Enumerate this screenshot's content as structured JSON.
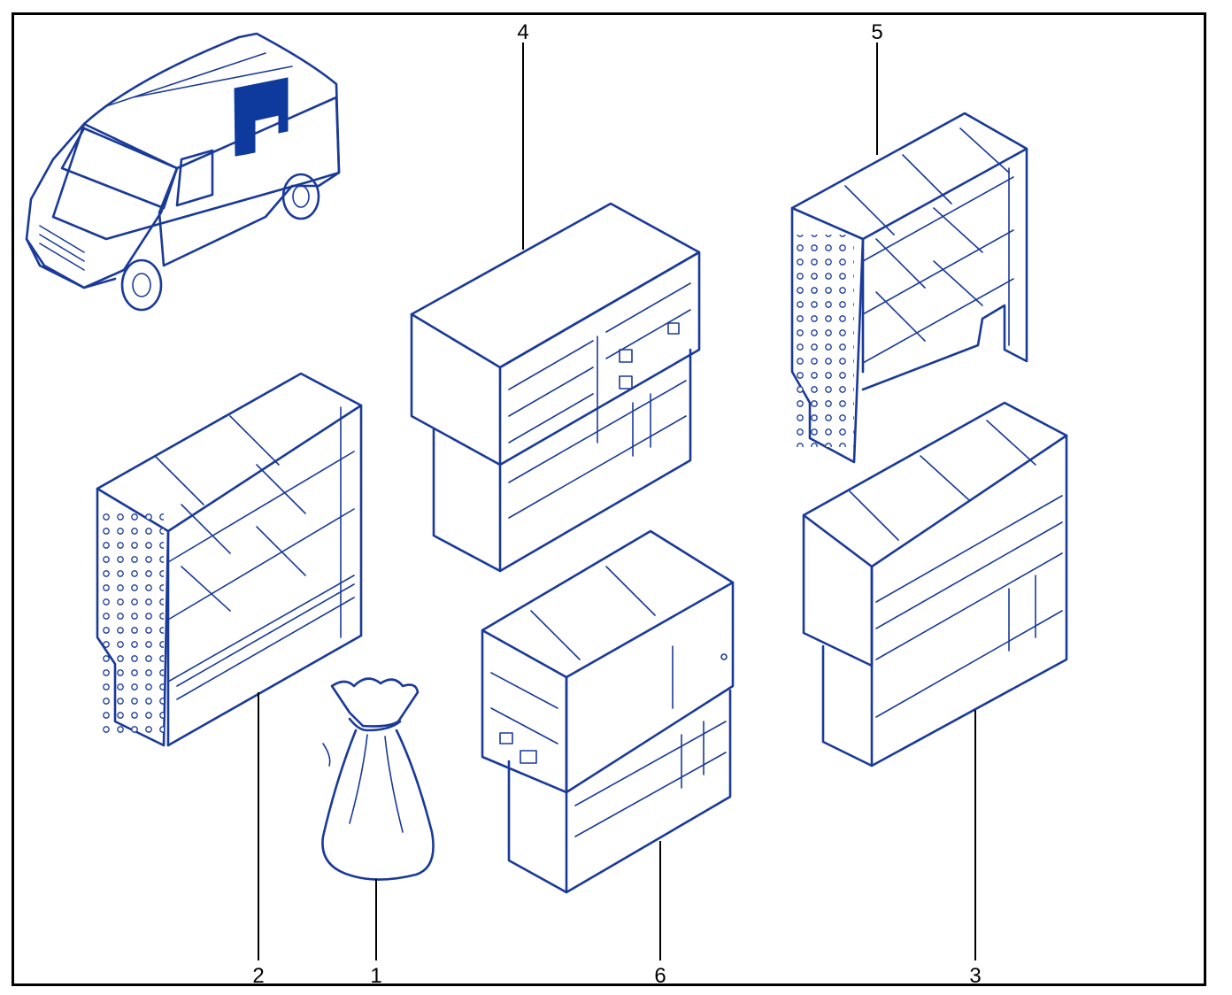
{
  "colors": {
    "ink": "#1a3a9a",
    "highlight": "#0d3a9c",
    "callout": "#000000",
    "frame": "#000000",
    "background": "#ffffff"
  },
  "illustration": {
    "vehicle": "panel-van-icon",
    "highlight": "rear-side-panel-highlight"
  },
  "parts": [
    {
      "ref": "1",
      "label": "1",
      "icon": "fabric-storage-bag-icon"
    },
    {
      "ref": "2",
      "label": "2",
      "icon": "perforated-shelving-unit-icon"
    },
    {
      "ref": "3",
      "label": "3",
      "icon": "shelving-unit-with-drawers-icon"
    },
    {
      "ref": "4",
      "label": "4",
      "icon": "cabinet-unit-with-drawers-icon"
    },
    {
      "ref": "5",
      "label": "5",
      "icon": "tall-shelving-unit-icon"
    },
    {
      "ref": "6",
      "label": "6",
      "icon": "compact-cabinet-unit-icon"
    }
  ]
}
